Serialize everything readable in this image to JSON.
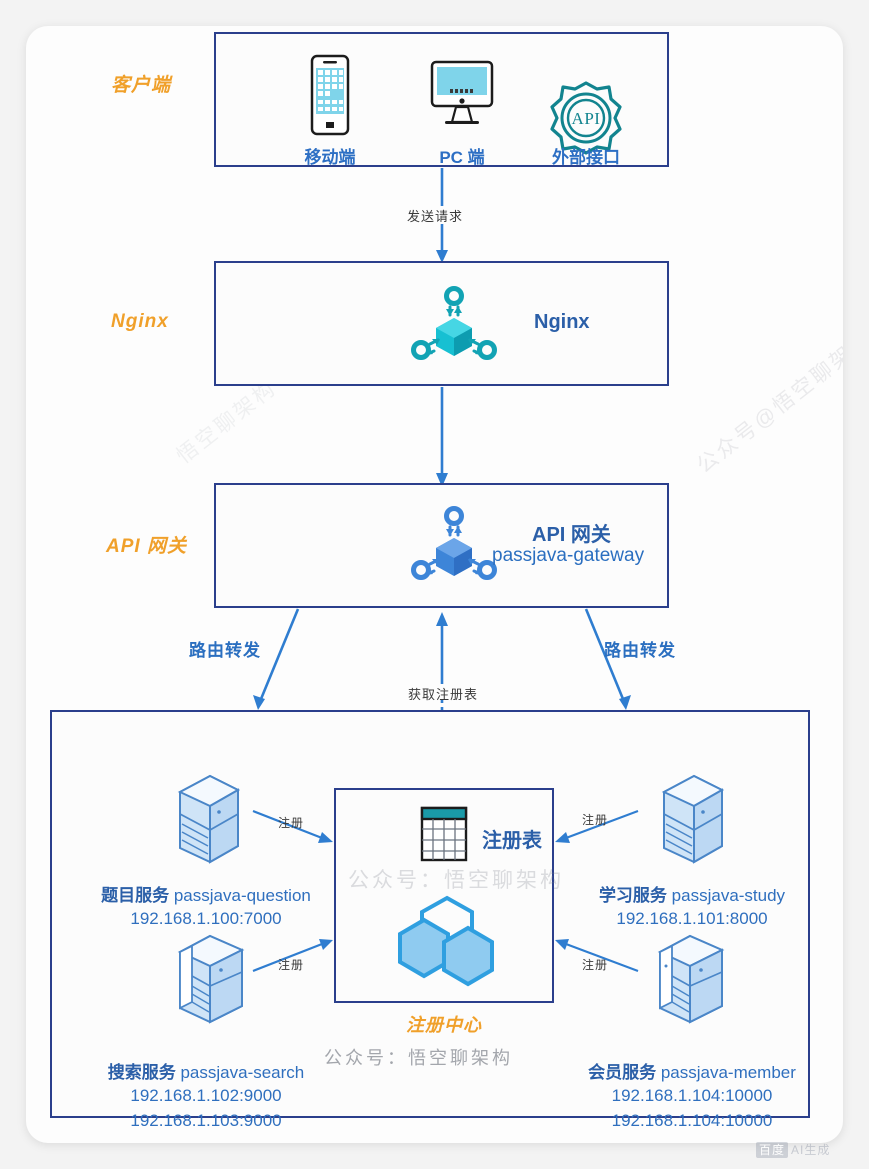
{
  "diagram": {
    "tiers": [
      {
        "key": "client",
        "label": "客户端"
      },
      {
        "key": "nginx",
        "label": "Nginx"
      },
      {
        "key": "gateway",
        "label": "API 网关"
      }
    ],
    "client_box": {
      "items": [
        {
          "icon": "mobile-phone-icon",
          "label": "移动端"
        },
        {
          "icon": "desktop-monitor-icon",
          "label": "PC 端"
        },
        {
          "icon": "api-gear-icon",
          "label": "外部接口"
        }
      ]
    },
    "nginx_box": {
      "icon": "cube-network-icon",
      "title": "Nginx"
    },
    "gateway_box": {
      "icon": "cube-network-icon",
      "title": "API 网关",
      "subtitle": "passjava-gateway"
    },
    "flows": {
      "send_request": "发送请求",
      "route_forward_left": "路由转发",
      "route_forward_right": "路由转发",
      "fetch_registry": "获取注册表",
      "register": "注册"
    },
    "registry": {
      "box_label": "注册中心",
      "table_label": "注册表",
      "table_icon": "registry-table-icon",
      "hex_icon": "hexagon-cluster-icon"
    },
    "services": [
      {
        "key": "question",
        "icon": "server-rack-icon",
        "name_cn": "题目服务",
        "name_en": "passjava-question",
        "ips": [
          "192.168.1.100:7000"
        ]
      },
      {
        "key": "study",
        "icon": "server-rack-icon",
        "name_cn": "学习服务",
        "name_en": "passjava-study",
        "ips": [
          "192.168.1.101:8000"
        ]
      },
      {
        "key": "search",
        "icon": "server-rack-icon",
        "name_cn": "搜索服务",
        "name_en": "passjava-search",
        "ips": [
          "192.168.1.102:9000",
          "192.168.1.103:9000"
        ]
      },
      {
        "key": "member",
        "icon": "server-rack-icon",
        "name_cn": "会员服务",
        "name_en": "passjava-member",
        "ips": [
          "192.168.1.104:10000",
          "192.168.1.104:10000"
        ]
      }
    ],
    "watermarks": {
      "center": "公众号：悟空聊架构",
      "center_lower": "公众号：悟空聊架构",
      "diagonal_right": "公众号@悟空聊架构",
      "diagonal_left": "悟空聊架构",
      "baidu_tag_1": "百度",
      "baidu_tag_2": "AI生成"
    },
    "colors": {
      "tier_label": "#f0a02a",
      "box_border": "#2b3f8c",
      "arrow_blue": "#2f7dd0",
      "nginx_cube": "#12a3b4",
      "gateway_cube": "#3d85d8",
      "text_blue": "#2b5fa8",
      "card_bg": "#fdfdfd",
      "page_bg": "#f3f3f3"
    }
  }
}
